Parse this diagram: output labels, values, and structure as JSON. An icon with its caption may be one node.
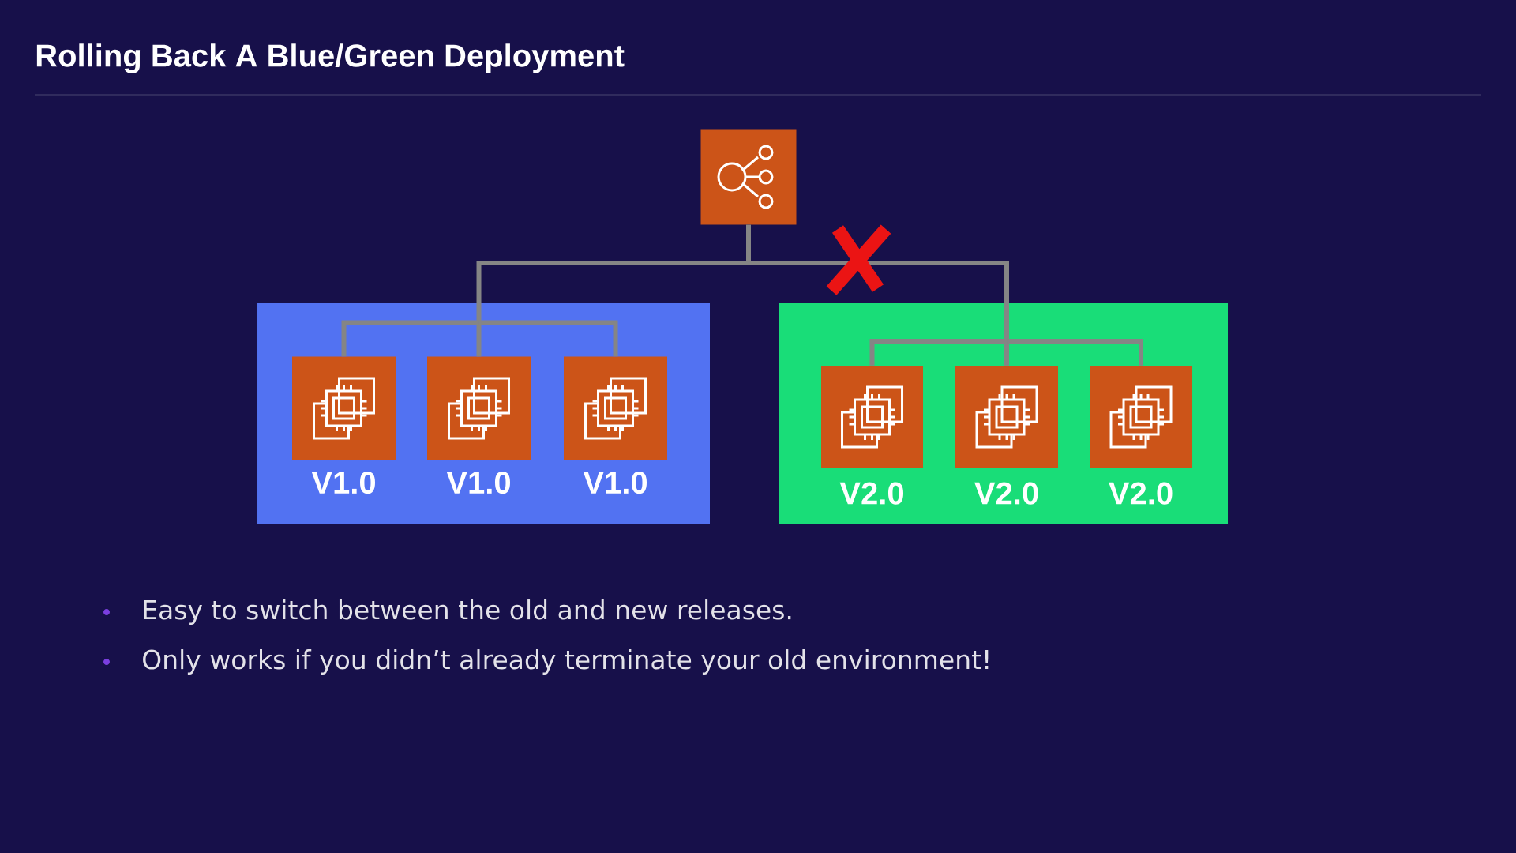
{
  "diagram": {
    "title": "Rolling Back A Blue/Green Deployment",
    "nodes": [
      {
        "text": [],
        "shape": "box"
      },
      {
        "text": [],
        "shape": "box"
      },
      {
        "text": [
          "V1.0"
        ],
        "in": 1
      },
      {
        "text": [
          "V1.0"
        ],
        "in": 1
      },
      {
        "text": [
          "V1.0"
        ],
        "in": 1
      },
      {
        "text": [],
        "shape": "box"
      },
      {
        "text": [
          "V2.0"
        ],
        "in": 5
      },
      {
        "text": [
          "V2.0"
        ],
        "in": 5
      },
      {
        "text": [
          "V2.0"
        ],
        "in": 5
      }
    ],
    "edges": [
      {
        "from": 0,
        "to": 2,
        "arrow": "none"
      },
      {
        "from": 0,
        "to": 3,
        "arrow": "none"
      },
      {
        "from": 0,
        "to": 4,
        "arrow": "none"
      },
      {
        "from": 0,
        "to": 6,
        "arrow": "none"
      },
      {
        "from": 0,
        "to": 7,
        "arrow": "none"
      },
      {
        "from": 0,
        "to": 8,
        "arrow": "none"
      }
    ],
    "labels": [
      "Easy to switch between the old and new releases.",
      "Only works if you didn’t already terminate your old environment!"
    ]
  }
}
